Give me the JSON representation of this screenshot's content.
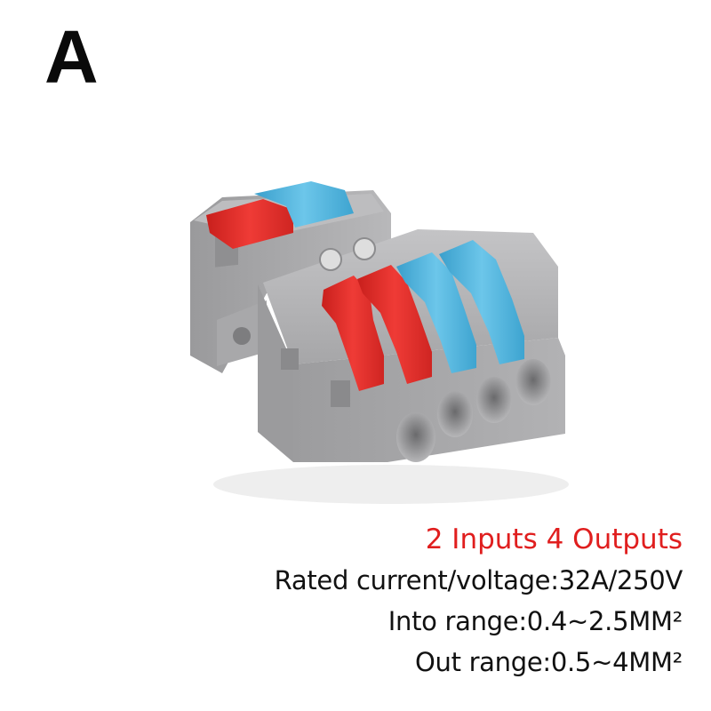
{
  "variant_label": "A",
  "specs": {
    "headline": "2 Inputs 4 Outputs",
    "rated": "Rated current/voltage:32A/250V",
    "into_range": "Into range:0.4~2.5MM²",
    "out_range": "Out range:0.5~4MM²"
  },
  "colors": {
    "headline": "#e01e1e",
    "housing": "#a9a9ab",
    "lever_red": "#e8302c",
    "lever_blue": "#4fb7e0"
  }
}
